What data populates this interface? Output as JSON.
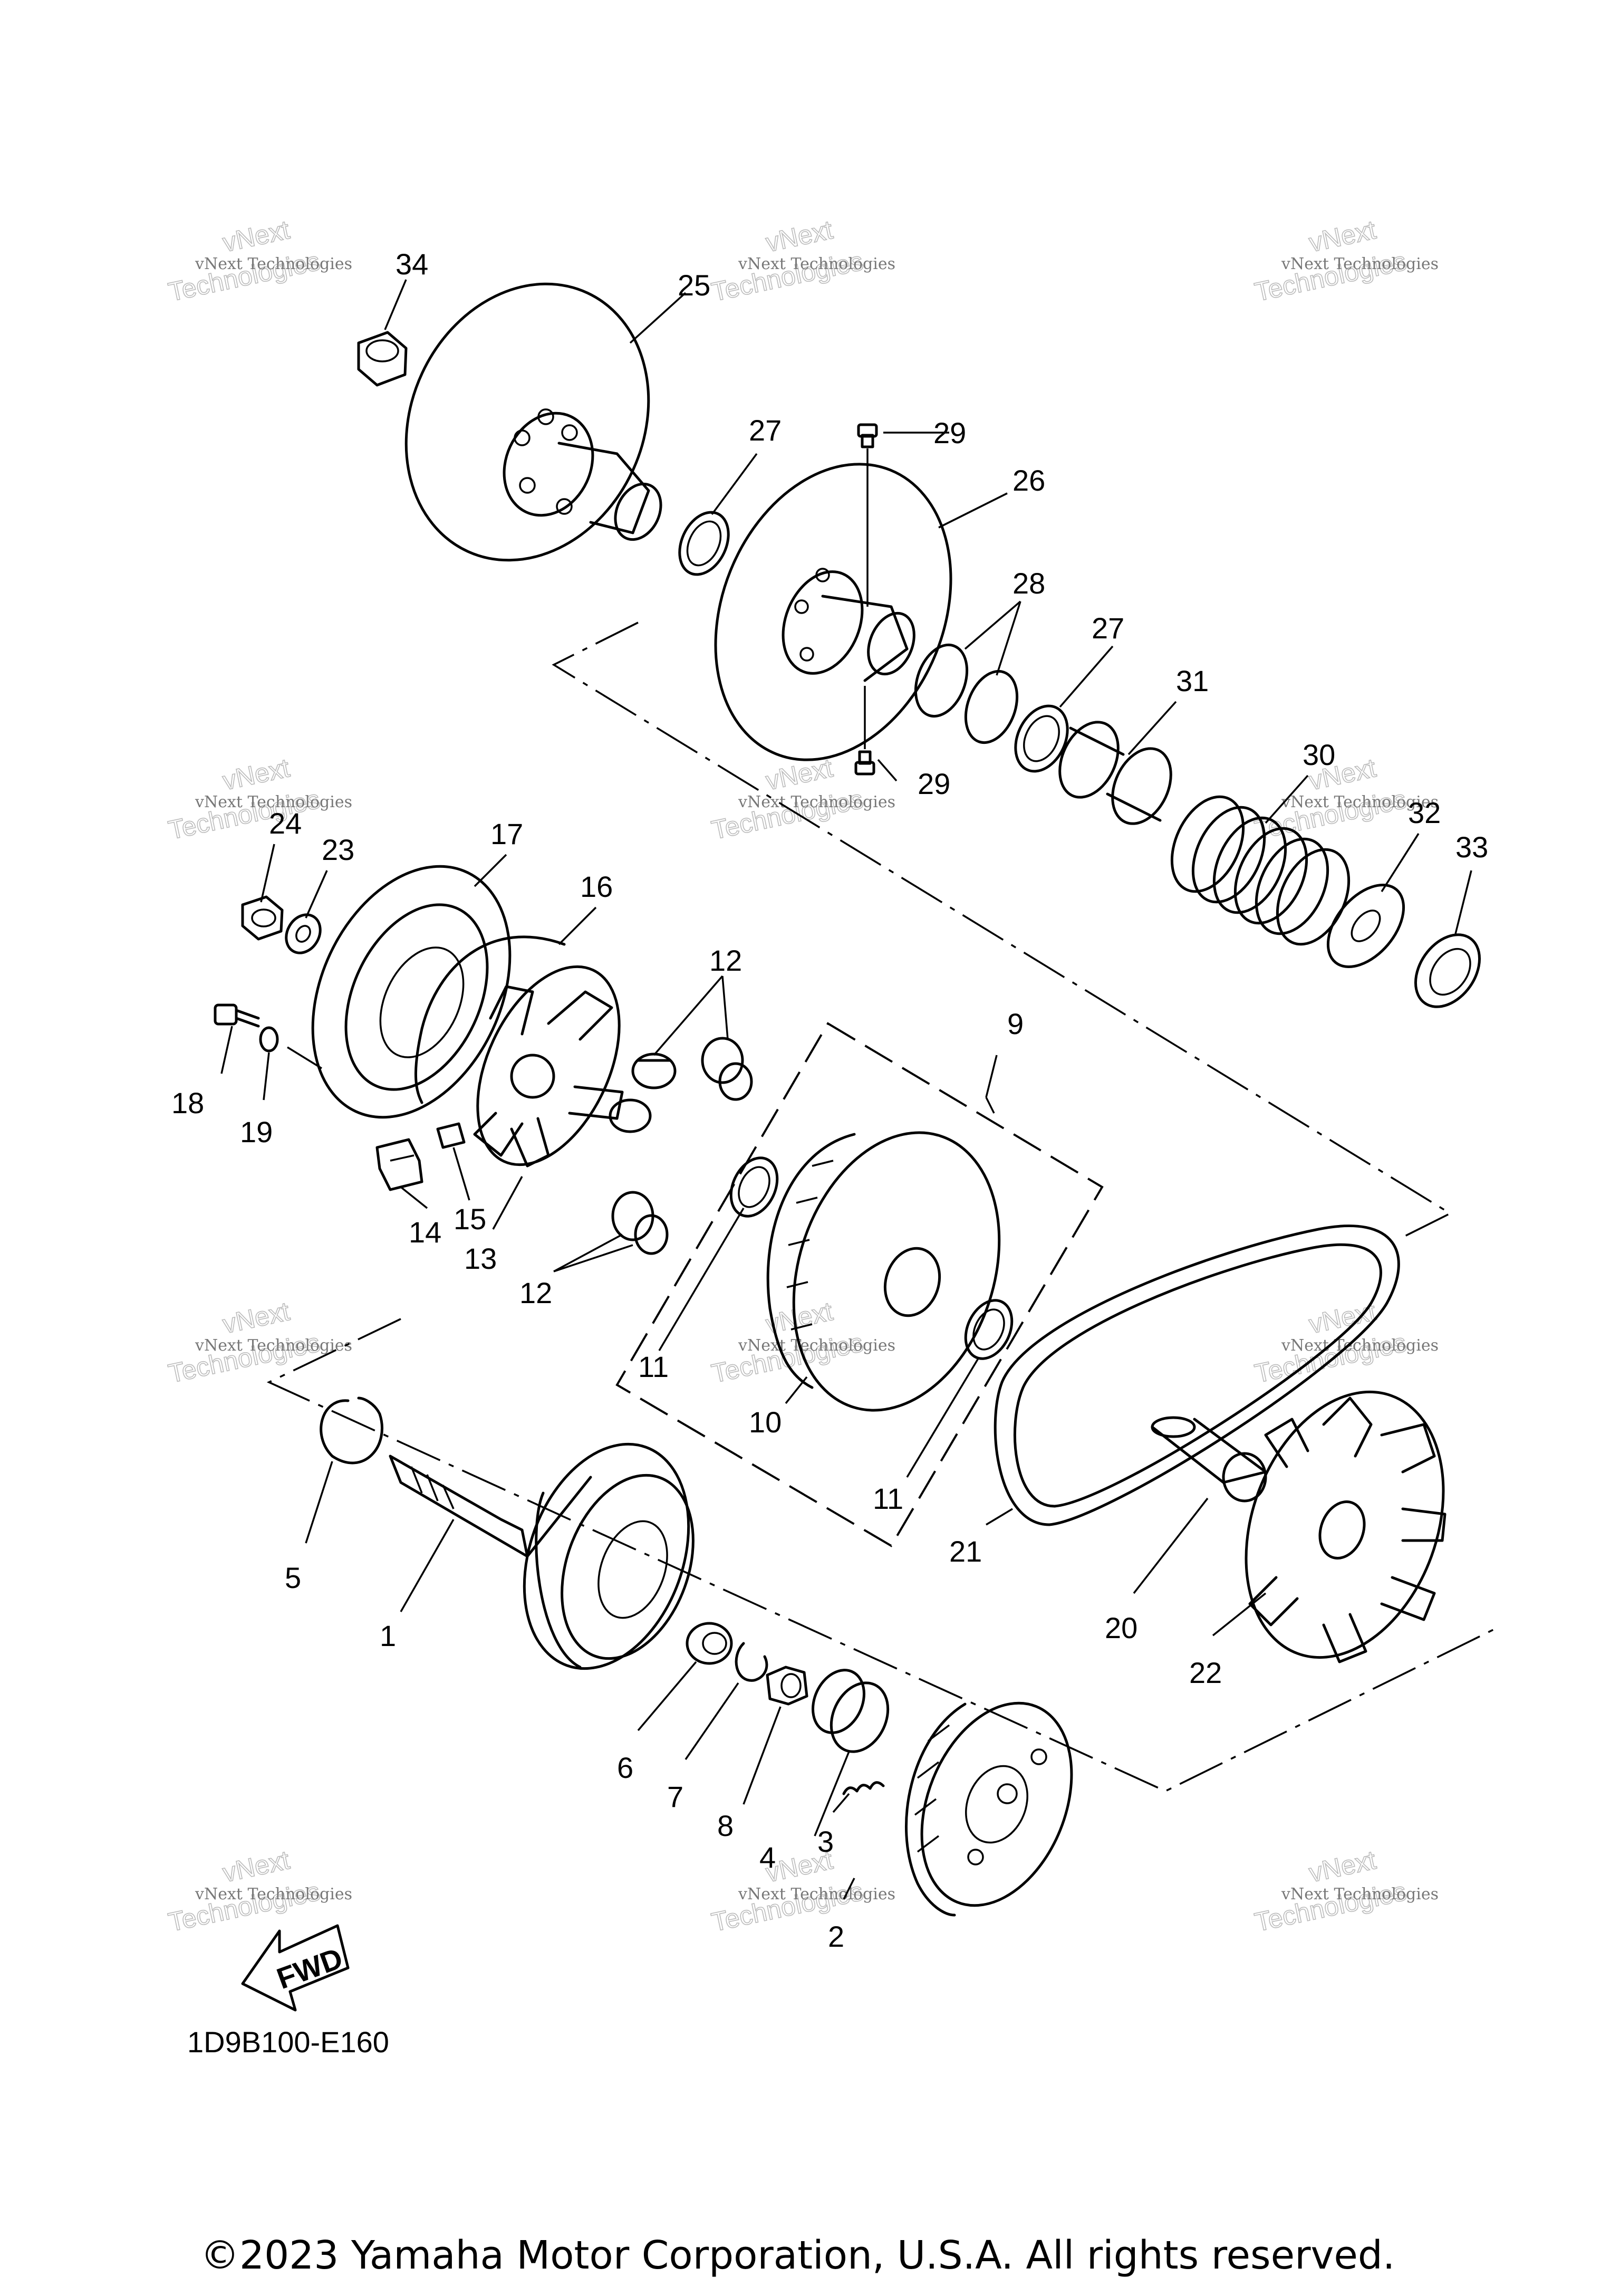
{
  "diagram_code": "1D9B100-E160",
  "copyright": "©2023 Yamaha Motor Corporation, U.S.A. All rights reserved.",
  "direction_arrow_label": "FWD",
  "watermark": {
    "line1": "vNext Technologies",
    "line2": "vNext",
    "line3": "Technologies"
  },
  "callouts": {
    "c1": "1",
    "c2": "2",
    "c3": "3",
    "c4": "4",
    "c5": "5",
    "c6": "6",
    "c7": "7",
    "c8": "8",
    "c9": "9",
    "c10": "10",
    "c11a": "11",
    "c11b": "11",
    "c12a": "12",
    "c12b": "12",
    "c13": "13",
    "c14": "14",
    "c15": "15",
    "c16": "16",
    "c17": "17",
    "c18": "18",
    "c19": "19",
    "c20": "20",
    "c21": "21",
    "c22": "22",
    "c23": "23",
    "c24": "24",
    "c25": "25",
    "c26": "26",
    "c27a": "27",
    "c27b": "27",
    "c28": "28",
    "c29a": "29",
    "c29b": "29",
    "c30": "30",
    "c31": "31",
    "c32": "32",
    "c33": "33",
    "c34": "34"
  }
}
